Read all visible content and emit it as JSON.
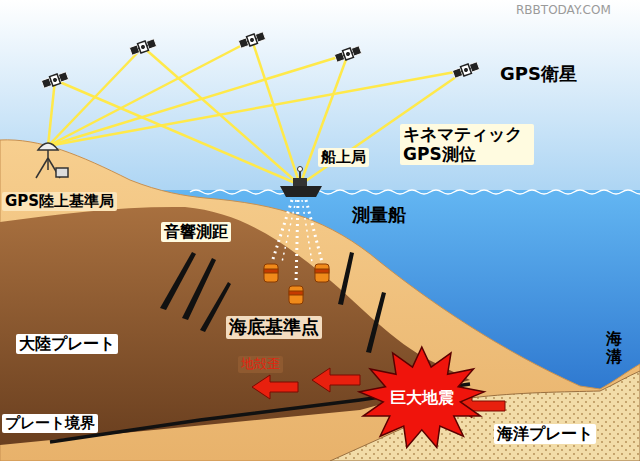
{
  "diagram": {
    "nodes": [
      {
        "text": [
          "巨大地震"
        ]
      }
    ],
    "labels": [
      "RBBTODAY.COM",
      "GPS衛星",
      "キネマティック GPS測位",
      "船上局",
      "GPS陸上基準局",
      "測量船",
      "音響測距",
      "海底基準点",
      "大陸プレート",
      "地殻歪",
      "海洋プレート",
      "プレート境界",
      "海溝"
    ]
  }
}
